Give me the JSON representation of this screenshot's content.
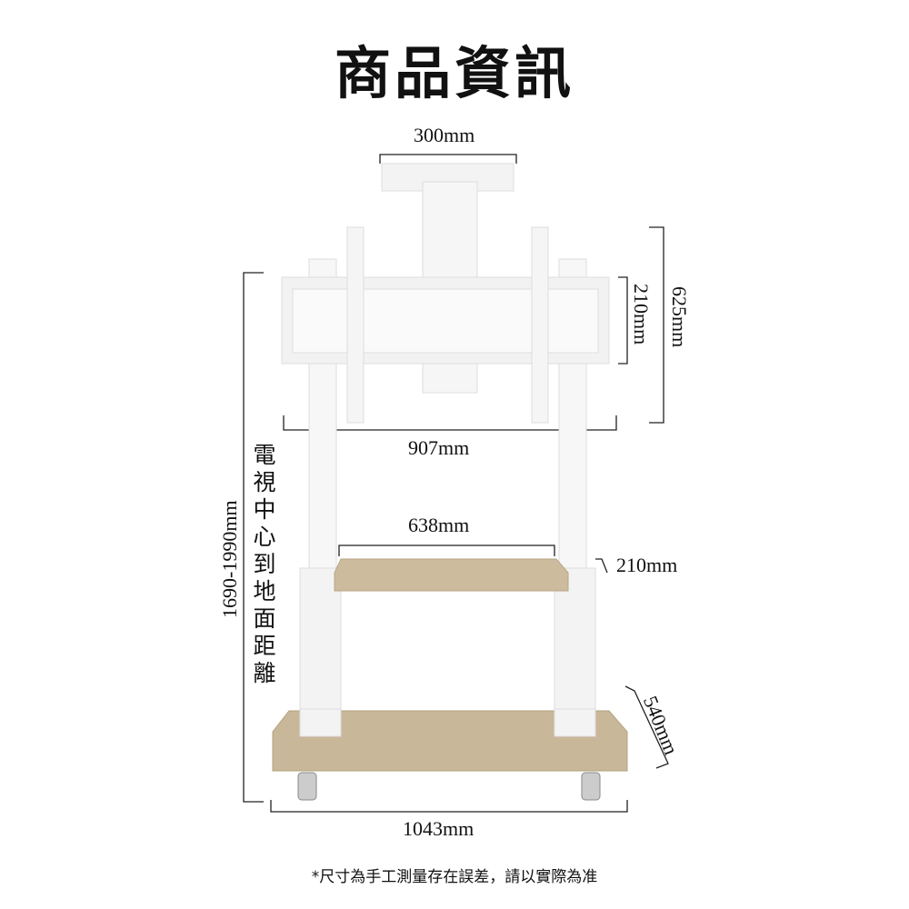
{
  "title": "商品資訊",
  "dimensions": {
    "camera_width": "300mm",
    "mount_height": "625mm",
    "plate_height": "210mm",
    "mount_width": "907mm",
    "shelf_width": "638mm",
    "shelf_depth": "210mm",
    "base_depth": "540mm",
    "base_width": "1043mm",
    "center_height": "1690-1990mm"
  },
  "center_height_label": "電視中心到地面距離",
  "note": "*尺寸為手工測量存在誤差，請以實際為准",
  "colors": {
    "wood": "#c9b79a",
    "frame": "#f4f4f4"
  }
}
